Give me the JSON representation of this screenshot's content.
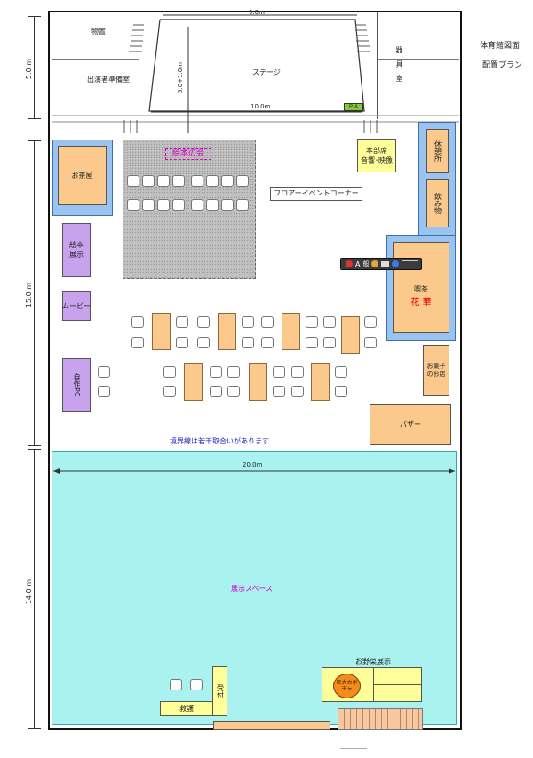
{
  "side_title": "体育館図面",
  "side_subtitle": "配置プラン",
  "dims": {
    "stage_width": "9.0m",
    "stage_depth": "5.0+1.0m",
    "stage_front": "10.0m",
    "top_height": "5.0 m",
    "mid_height": "15.0 m",
    "bottom_height": "14.0 m",
    "floor_width": "20.0m"
  },
  "stage": {
    "props": "物置",
    "prep_room": "出演者準備室",
    "stage_label": "ステージ",
    "equipment_room": "器具室",
    "pa": "ＰＡ"
  },
  "areas": {
    "tea_house": "お茶屋",
    "picture_book_event": "絵本の会",
    "hq": "本部席",
    "hq_sub": "音響･映像",
    "free_rest": "休憩所",
    "drinks": "飲み物",
    "floor_event": "フロアーイベントコーナー",
    "picture_book_exhibit": "絵本展示",
    "movie": "ムービー",
    "self_pc": "自作PC",
    "cafe": "喫茶",
    "cafe_name": "花 華",
    "sweets": "お菓子のお店",
    "bazaar": "バザー",
    "boundary_note": "境界線は若干取合いがあります",
    "exhibit_space": "展示スペース",
    "vegetable": "お野菜展示",
    "giant_pumpkin": "巨大カボチャ",
    "reception": "受付",
    "first_aid": "救護"
  },
  "toolbar_icons": [
    "help-icon",
    "text-icon",
    "hand-icon",
    "pen-icon",
    "chat-icon",
    "help2-icon",
    "menu-icon"
  ]
}
